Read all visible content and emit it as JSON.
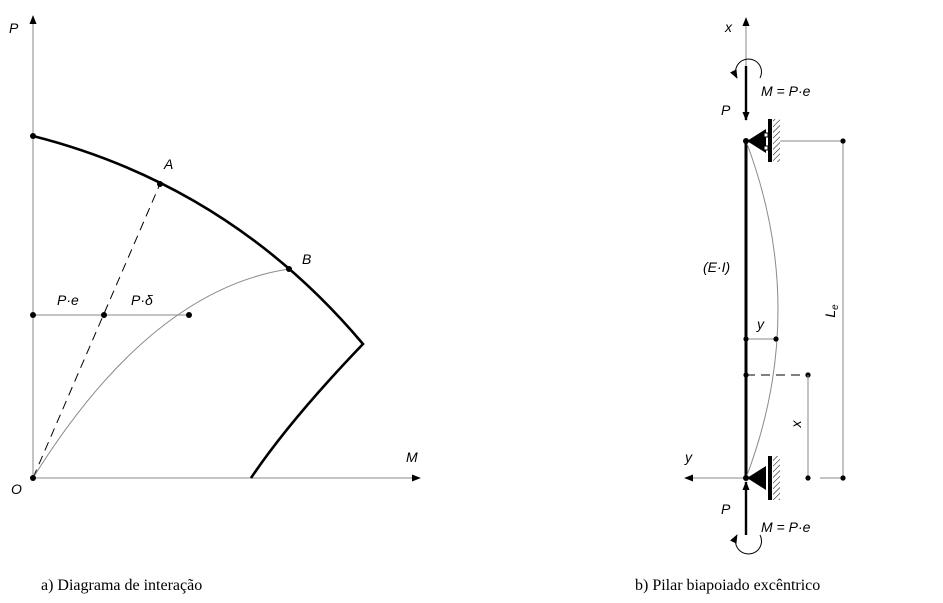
{
  "diagram_a": {
    "caption": "a) Diagrama de interação",
    "axis_p": "P",
    "axis_m": "M",
    "origin": "O",
    "point_a": "A",
    "point_b": "B",
    "label_pe": "P·e",
    "label_pdelta": "P·δ"
  },
  "diagram_b": {
    "caption": "b) Pilar biapoiado excêntrico",
    "axis_x": "x",
    "axis_y": "y",
    "moment_top": "M = P·e",
    "moment_bottom": "M = P·e",
    "load_top": "P",
    "load_bottom": "P",
    "stiffness": "(E·I)",
    "deflection": "y",
    "length_prefix": "L",
    "length_sub": "e",
    "coordinate": "x"
  }
}
